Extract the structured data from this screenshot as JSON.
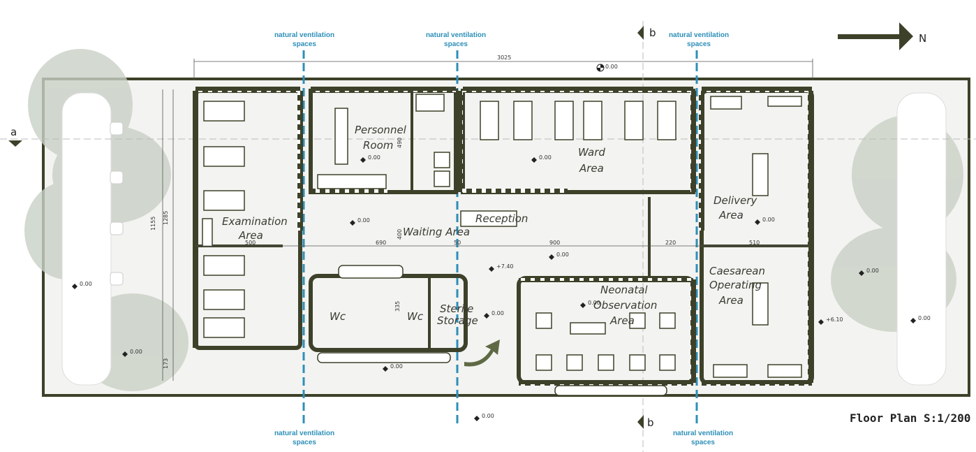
{
  "title": "Floor Plan  S:1/200",
  "north_label": "N",
  "section_marks": {
    "a": "a",
    "b_top": "b",
    "b_bottom": "b"
  },
  "ventilation": {
    "line1": "natural ventilation",
    "line2": "spaces"
  },
  "rooms": {
    "examination": [
      "Examination",
      "Area"
    ],
    "personnel": [
      "Personnel",
      "Room"
    ],
    "ward": [
      "Ward",
      "Area"
    ],
    "delivery": [
      "Delivery",
      "Area"
    ],
    "waiting": "Waiting Area",
    "reception": "Reception",
    "wc_left": "Wc",
    "wc_right": "Wc",
    "sterile": [
      "Sterile",
      "Storage"
    ],
    "neonatal": [
      "Neonatal",
      "Observation",
      "Area"
    ],
    "caesarean": [
      "Caesarean",
      "Operating",
      "Area"
    ]
  },
  "dimensions": {
    "overall": "3025",
    "d1155": "1155",
    "d1285": "1285",
    "d173": "173",
    "d500": "500",
    "d690": "690",
    "d50": "50",
    "d900": "900",
    "d220": "220",
    "d510": "510",
    "d490": "490",
    "d400": "400",
    "d335": "335"
  },
  "levels": {
    "l000": "0.00",
    "l740": "+7.40",
    "l610": "+6.10"
  },
  "colors": {
    "wall": "#3d4129",
    "vent_line": "#2e8fb8",
    "arrow": "#5f6a45",
    "site": "#f3f3f1",
    "tree": "#c9d1c6"
  }
}
